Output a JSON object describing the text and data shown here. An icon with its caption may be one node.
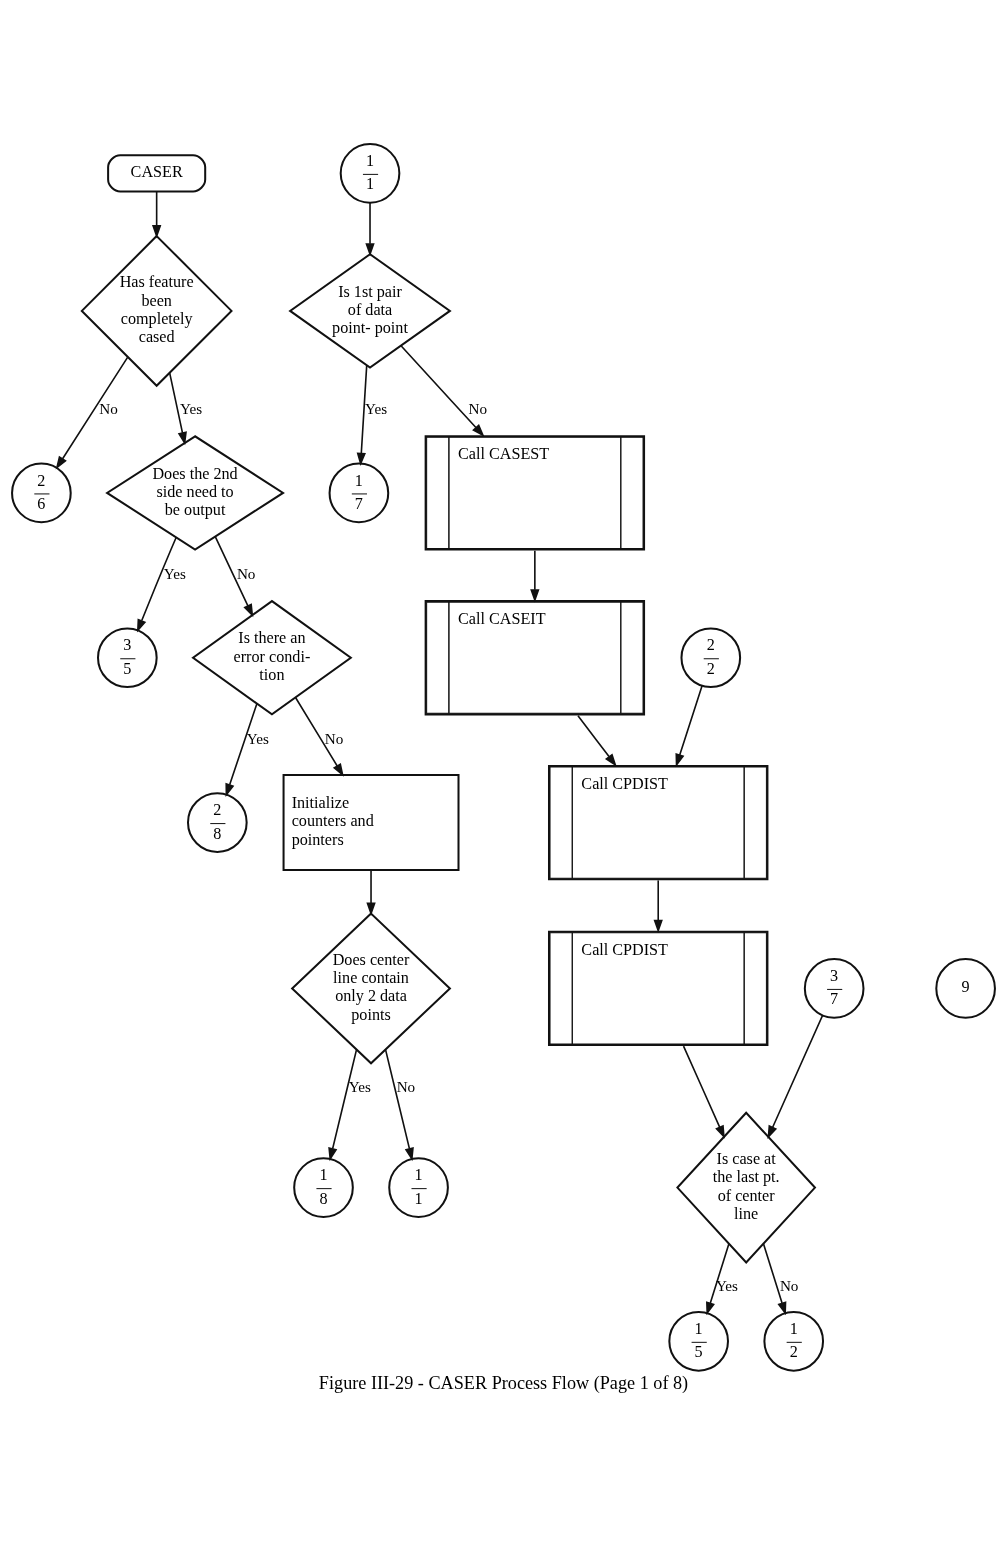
{
  "diagram": {
    "caption": "Figure III-29 - CASER Process Flow (Page 1 of 8)",
    "nodes": [
      {
        "text": [
          "CASER"
        ]
      },
      {
        "text": [
          "Has feature been completely cased"
        ]
      },
      {
        "text": [
          "2",
          "6"
        ]
      },
      {
        "text": [
          "Does the 2nd side need to be output"
        ]
      },
      {
        "text": [
          "3",
          "5"
        ]
      },
      {
        "text": [
          "Is there an error condi- tion"
        ]
      },
      {
        "text": [
          "2",
          "8"
        ]
      },
      {
        "text": [
          "Initialize counters and pointers"
        ]
      },
      {
        "text": [
          "Does center line contain only 2 data points"
        ]
      },
      {
        "text": [
          "1",
          "8"
        ]
      },
      {
        "text": [
          "1",
          "1"
        ]
      },
      {
        "text": [
          "1",
          "1"
        ]
      },
      {
        "text": [
          "Is 1st pair of data point- point"
        ]
      },
      {
        "text": [
          "1",
          "7"
        ]
      },
      {
        "text": [
          "Call CASEST"
        ]
      },
      {
        "text": [
          "Call CASEIT"
        ]
      },
      {
        "text": [
          "2",
          "2"
        ]
      },
      {
        "text": [
          "Call CPDIST"
        ]
      },
      {
        "text": [
          "Call CPDIST"
        ]
      },
      {
        "text": [
          "3",
          "7"
        ]
      },
      {
        "text": [
          "9"
        ]
      },
      {
        "text": [
          "Is case at the last pt. of center line"
        ]
      },
      {
        "text": [
          "1",
          "5"
        ]
      },
      {
        "text": [
          "1",
          "2"
        ]
      }
    ],
    "edges": [
      {
        "from": 0,
        "to": 1,
        "arrow": "to"
      },
      {
        "from": 1,
        "to": 2,
        "arrow": "to",
        "label": "No"
      },
      {
        "from": 1,
        "to": 3,
        "arrow": "to",
        "label": "Yes"
      },
      {
        "from": 3,
        "to": 4,
        "arrow": "to",
        "label": "Yes"
      },
      {
        "from": 3,
        "to": 5,
        "arrow": "to",
        "label": "No"
      },
      {
        "from": 5,
        "to": 6,
        "arrow": "to",
        "label": "Yes"
      },
      {
        "from": 5,
        "to": 7,
        "arrow": "to",
        "label": "No"
      },
      {
        "from": 7,
        "to": 8,
        "arrow": "to"
      },
      {
        "from": 8,
        "to": 9,
        "arrow": "to",
        "label": "Yes"
      },
      {
        "from": 8,
        "to": 10,
        "arrow": "to",
        "label": "No"
      },
      {
        "from": 11,
        "to": 12,
        "arrow": "to"
      },
      {
        "from": 12,
        "to": 13,
        "arrow": "to",
        "label": "Yes"
      },
      {
        "from": 12,
        "to": 14,
        "arrow": "to",
        "label": "No"
      },
      {
        "from": 14,
        "to": 15,
        "arrow": "to"
      },
      {
        "from": 15,
        "to": 17,
        "arrow": "to"
      },
      {
        "from": 16,
        "to": 17,
        "arrow": "to"
      },
      {
        "from": 17,
        "to": 18,
        "arrow": "to"
      },
      {
        "from": 18,
        "to": 21,
        "arrow": "to"
      },
      {
        "from": 19,
        "to": 21,
        "arrow": "to"
      },
      {
        "from": 21,
        "to": 22,
        "arrow": "to",
        "label": "Yes"
      },
      {
        "from": 21,
        "to": 23,
        "arrow": "to",
        "label": "No"
      }
    ]
  }
}
